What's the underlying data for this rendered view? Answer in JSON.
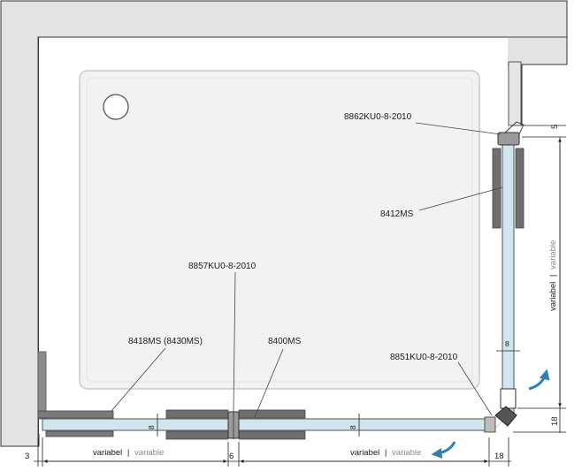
{
  "labels": {
    "part_top_clamp": "8862KU0-8-2010",
    "part_side_profile": "8412MS",
    "part_center_connector": "8857KU0-8-2010",
    "part_left_profile": "8418MS (8430MS)",
    "part_sliding_door": "8400MS",
    "part_corner_connector": "8851KU0-8-2010"
  },
  "dimensions": {
    "wall_gap": "3",
    "width_left_de": "variabel",
    "width_left_separator": "|",
    "width_left_en": "variable",
    "center_gap": "6",
    "width_right_de": "variabel",
    "width_right_separator": "|",
    "width_right_en": "variable",
    "corner_offset_bottom": "18",
    "height_side_de": "variabel",
    "height_side_separator": "|",
    "height_side_en": "variable",
    "corner_offset_side": "18",
    "top_offset": "5",
    "glass_left": "8",
    "glass_right": "8",
    "glass_side": "8"
  },
  "colors": {
    "wall": "#e3e3e3",
    "tray": "#f2f2f2",
    "glass": "#cfe6ee",
    "profile": "#6f6f6f",
    "arrow": "#2f7fb5"
  }
}
